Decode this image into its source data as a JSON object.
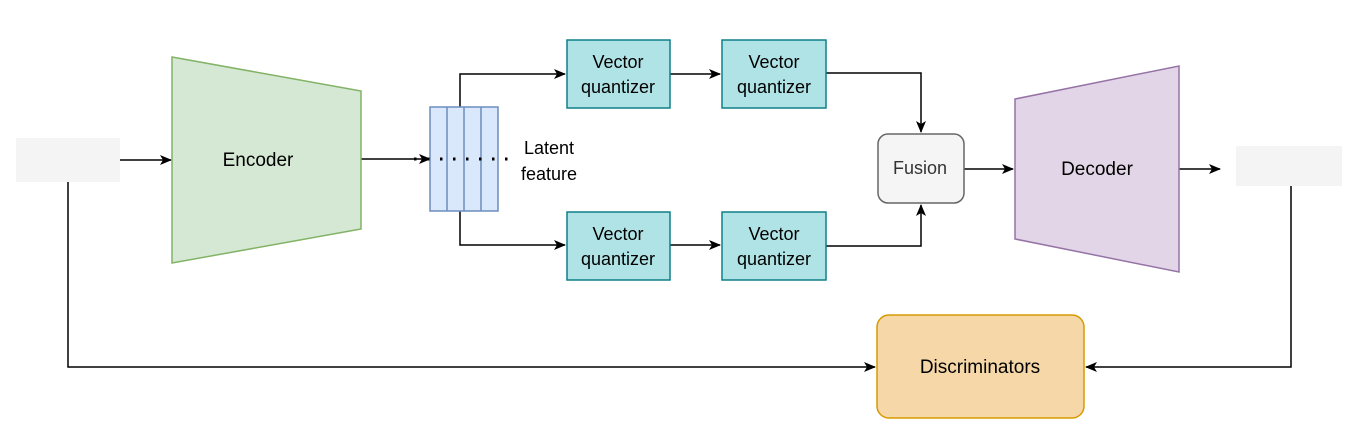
{
  "blocks": {
    "encoder": {
      "label": "Encoder"
    },
    "decoder": {
      "label": "Decoder"
    },
    "vq_top_1": {
      "line1": "Vector",
      "line2": "quantizer"
    },
    "vq_top_2": {
      "line1": "Vector",
      "line2": "quantizer"
    },
    "vq_bottom_1": {
      "line1": "Vector",
      "line2": "quantizer"
    },
    "vq_bottom_2": {
      "line1": "Vector",
      "line2": "quantizer"
    },
    "fusion": {
      "label": "Fusion"
    },
    "discriminators": {
      "label": "Discriminators"
    },
    "latent": {
      "line1": "Latent",
      "line2": "feature"
    }
  },
  "colors": {
    "encoder_fill": "#d5e8d4",
    "encoder_stroke": "#82b366",
    "decoder_fill": "#e1d5e7",
    "decoder_stroke": "#9673a6",
    "vq_fill": "#b0e3e6",
    "vq_stroke": "#0e8088",
    "fusion_fill": "#f5f5f5",
    "fusion_stroke": "#666666",
    "fusion_text": "#333333",
    "disc_fill": "#f5d7a8",
    "disc_stroke": "#d79b00",
    "latent_fill": "#dae8fc",
    "latent_stroke": "#6c8ebf",
    "arrow": "#000000"
  },
  "icons": {
    "input_wave": "audio-waveform-icon",
    "output_wave": "audio-waveform-icon"
  }
}
